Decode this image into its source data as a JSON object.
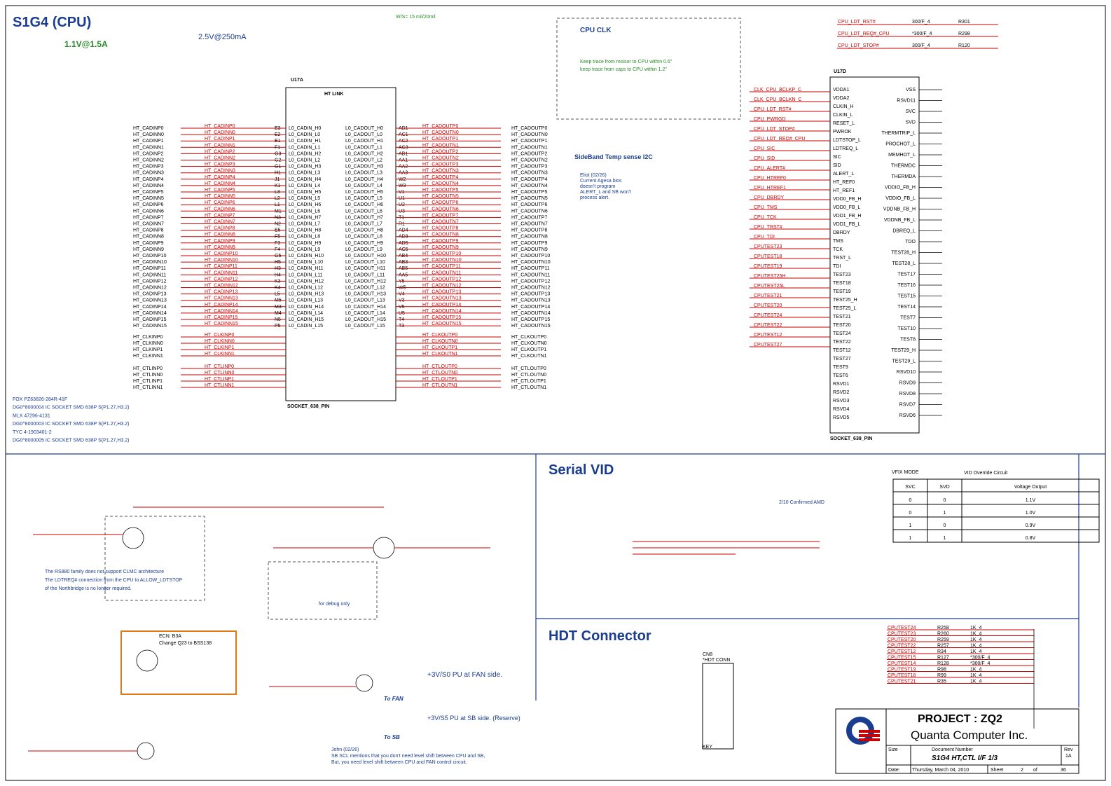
{
  "title": "S1G4 (CPU)",
  "rail_label": "1.1V@1.5A",
  "rail_2v5": "2.5V@250mA",
  "cpu_clk_title": "CPU CLK",
  "cpu_clk_note1": "Keep trace from resisor to CPU within 0.6\"",
  "cpu_clk_note2": "keep trace from caps to CPU within 1.2\"",
  "ws_note": "W/S= 15 mil/20mil",
  "sideband_title": "SideBand Temp sense I2C",
  "eliot_note": [
    "Eliot (02/26)",
    "Current Agesa bios",
    "doesn't program",
    "ALERT_L and SB won't",
    "process alert."
  ],
  "u17a": {
    "ref": "U17A",
    "block": "HT LINK",
    "footprint": "SOCKET_638_PIN"
  },
  "u17d": {
    "ref": "U17D",
    "footprint": "SOCKET_638_PIN"
  },
  "ht_in": [
    "HT_CADINP0",
    "HT_CADINN0",
    "HT_CADINP1",
    "HT_CADINN1",
    "HT_CADINP2",
    "HT_CADINN2",
    "HT_CADINP3",
    "HT_CADINN3",
    "HT_CADINP4",
    "HT_CADINN4",
    "HT_CADINP5",
    "HT_CADINN5",
    "HT_CADINP6",
    "HT_CADINN6",
    "HT_CADINP7",
    "HT_CADINN7",
    "HT_CADINP8",
    "HT_CADINN8",
    "HT_CADINP9",
    "HT_CADINN9",
    "HT_CADINP10",
    "HT_CADINN10",
    "HT_CADINP11",
    "HT_CADINN11",
    "HT_CADINP12",
    "HT_CADINN12",
    "HT_CADINP13",
    "HT_CADINN13",
    "HT_CADINP14",
    "HT_CADINN14",
    "HT_CADINP15",
    "HT_CADINN15"
  ],
  "ht_out": [
    "HT_CADOUTP0",
    "HT_CADOUTN0",
    "HT_CADOUTP1",
    "HT_CADOUTN1",
    "HT_CADOUTP2",
    "HT_CADOUTN2",
    "HT_CADOUTP3",
    "HT_CADOUTN3",
    "HT_CADOUTP4",
    "HT_CADOUTN4",
    "HT_CADOUTP5",
    "HT_CADOUTN5",
    "HT_CADOUTP6",
    "HT_CADOUTN6",
    "HT_CADOUTP7",
    "HT_CADOUTN7",
    "HT_CADOUTP8",
    "HT_CADOUTN8",
    "HT_CADOUTP9",
    "HT_CADOUTN9",
    "HT_CADOUTP10",
    "HT_CADOUTN10",
    "HT_CADOUTP11",
    "HT_CADOUTN11",
    "HT_CADOUTP12",
    "HT_CADOUTN12",
    "HT_CADOUTP13",
    "HT_CADOUTN13",
    "HT_CADOUTP14",
    "HT_CADOUTN14",
    "HT_CADOUTP15",
    "HT_CADOUTN15"
  ],
  "pin_in": [
    "L0_CADIN_H0",
    "L0_CADIN_L0",
    "L0_CADIN_H1",
    "L0_CADIN_L1",
    "L0_CADIN_H2",
    "L0_CADIN_L2",
    "L0_CADIN_H3",
    "L0_CADIN_L3",
    "L0_CADIN_H4",
    "L0_CADIN_L4",
    "L0_CADIN_H5",
    "L0_CADIN_L5",
    "L0_CADIN_H6",
    "L0_CADIN_L6",
    "L0_CADIN_H7",
    "L0_CADIN_L7",
    "L0_CADIN_H8",
    "L0_CADIN_L8",
    "L0_CADIN_H9",
    "L0_CADIN_L9",
    "L0_CADIN_H10",
    "L0_CADIN_L10",
    "L0_CADIN_H11",
    "L0_CADIN_L11",
    "L0_CADIN_H12",
    "L0_CADIN_L12",
    "L0_CADIN_H13",
    "L0_CADIN_L13",
    "L0_CADIN_H14",
    "L0_CADIN_L14",
    "L0_CADIN_H15",
    "L0_CADIN_L15"
  ],
  "pin_out": [
    "L0_CADOUT_H0",
    "L0_CADOUT_L0",
    "L0_CADOUT_H1",
    "L0_CADOUT_L1",
    "L0_CADOUT_H2",
    "L0_CADOUT_L2",
    "L0_CADOUT_H3",
    "L0_CADOUT_L3",
    "L0_CADOUT_H4",
    "L0_CADOUT_L4",
    "L0_CADOUT_H5",
    "L0_CADOUT_L5",
    "L0_CADOUT_H6",
    "L0_CADOUT_L6",
    "L0_CADOUT_H7",
    "L0_CADOUT_L7",
    "L0_CADOUT_H8",
    "L0_CADOUT_L8",
    "L0_CADOUT_H9",
    "L0_CADOUT_L9",
    "L0_CADOUT_H10",
    "L0_CADOUT_L10",
    "L0_CADOUT_H11",
    "L0_CADOUT_L11",
    "L0_CADOUT_H12",
    "L0_CADOUT_L12",
    "L0_CADOUT_H13",
    "L0_CADOUT_L13",
    "L0_CADOUT_H14",
    "L0_CADOUT_L14",
    "L0_CADOUT_H15",
    "L0_CADOUT_L15"
  ],
  "balls_in": [
    "E3",
    "E2",
    "E1",
    "F1",
    "G3",
    "G2",
    "G1",
    "H1",
    "J1",
    "K1",
    "L3",
    "L2",
    "L1",
    "M1",
    "N3",
    "N2",
    "E5",
    "F5",
    "F3",
    "F4",
    "G5",
    "H5",
    "H3",
    "H4",
    "K3",
    "K4",
    "L5",
    "M5",
    "M3",
    "M4",
    "N5",
    "P5"
  ],
  "balls_out": [
    "AD1",
    "AC1",
    "AC2",
    "AC3",
    "AB1",
    "AA1",
    "AA2",
    "AA3",
    "W2",
    "W3",
    "V1",
    "U1",
    "U2",
    "U3",
    "T1",
    "R1",
    "AD4",
    "AD3",
    "AD5",
    "AC5",
    "AB4",
    "AB3",
    "AB5",
    "AA5",
    "Y5",
    "W5",
    "V4",
    "V3",
    "V5",
    "U5",
    "T4",
    "T3"
  ],
  "clk_in": [
    "HT_CLKINP0",
    "HT_CLKINN0",
    "HT_CLKINP1",
    "HT_CLKINN1"
  ],
  "clk_out": [
    "HT_CLKOUTP0",
    "HT_CLKOUTN0",
    "HT_CLKOUTP1",
    "HT_CLKOUTN1"
  ],
  "ctl_in": [
    "HT_CTLINP0",
    "HT_CTLINN0",
    "HT_CTLINP1",
    "HT_CTLINN1"
  ],
  "ctl_out": [
    "HT_CTLOUTP0",
    "HT_CTLOUTN0",
    "HT_CTLOUTP1",
    "HT_CTLOUTN1"
  ],
  "socket_notes": [
    "FOX PZ63826-284R-41F",
    "DG0^8000004 IC SOCKET SMD 638P S(P1.27,H3.2)",
    "MLX 47296-4131",
    "DG0^8000003 IC SOCKET SMD 638P S(P1.27,H3.2)",
    "TYC 4-1903401-2",
    "DG0^8000005 IC SOCKET SMD 638P S(P1.27,H3.2)"
  ],
  "u17d_left": [
    "VDDA1",
    "VDDA2",
    "CLKIN_H",
    "CLKIN_L",
    "RESET_L",
    "PWROK",
    "LDTSTOP_L",
    "LDTREQ_L",
    "SIC",
    "SID",
    "ALERT_L",
    "HT_REF0",
    "HT_REF1",
    "VDD0_FB_H",
    "VDD0_FB_L",
    "VDD1_FB_H",
    "VDD1_FB_L",
    "DBRDY",
    "TMS",
    "TCK",
    "TRST_L",
    "TDI",
    "TEST23",
    "TEST18",
    "TEST19",
    "TEST25_H",
    "TEST25_L",
    "TEST21",
    "TEST20",
    "TEST24",
    "TEST22",
    "TEST12",
    "TEST27",
    "TEST9",
    "TEST6",
    "RSVD1",
    "RSVD2",
    "RSVD3",
    "RSVD4",
    "RSVD5"
  ],
  "u17d_right": [
    "VSS",
    "RSVD11",
    "SVC",
    "SVD",
    "THERMTRIP_L",
    "PROCHOT_L",
    "MEMHOT_L",
    "THERMDC",
    "THERMDA",
    "VDDIO_FB_H",
    "VDDIO_FB_L",
    "VDDNB_FB_H",
    "VDDNB_FB_L",
    "DBREQ_L",
    "TDO",
    "TEST28_H",
    "TEST28_L",
    "TEST17",
    "TEST16",
    "TEST15",
    "TEST14",
    "TEST7",
    "TEST10",
    "TEST8",
    "TEST29_H",
    "TEST29_L",
    "RSVD10",
    "RSVD9",
    "RSVD8",
    "RSVD7",
    "RSVD6"
  ],
  "red_left": [
    "CLK_CPU_BCLKP_C",
    "CLK_CPU_BCLKN_C",
    "CPU_LDT_RST#",
    "CPU_PWRGD",
    "CPU_LDT_STOP#",
    "CPU_LDT_REQ#_CPU",
    "CPU_SIC",
    "CPU_SID",
    "CPU_ALERT#",
    "CPU_HTREF0",
    "CPU_HTREF1",
    "CPU_DBRDY",
    "CPU_TMS",
    "CPU_TCK",
    "CPU_TRST#",
    "CPU_TDI",
    "CPUTEST23",
    "CPUTEST18",
    "CPUTEST19",
    "CPUTEST25H",
    "CPUTEST25L",
    "CPUTEST21",
    "CPUTEST20",
    "CPUTEST24",
    "CPUTEST22",
    "CPUTEST12",
    "CPUTEST27"
  ],
  "ldt_res": [
    {
      "net": "CPU_LDT_RST#",
      "val": "300/F_4",
      "ref": "R301"
    },
    {
      "net": "CPU_LDT_REQ#_CPU",
      "val": "*300/F_4",
      "ref": "R298"
    },
    {
      "net": "CPU_LDT_STOP#",
      "val": "300/F_4",
      "ref": "R120"
    }
  ],
  "serial_vid_title": "Serial VID",
  "vfix_mode": "VFIX MODE",
  "vid_override": "VID Override Circuit",
  "vid_table": {
    "headers": [
      "SVC",
      "SVD",
      "Voltage Output"
    ],
    "rows": [
      [
        "0",
        "0",
        "1.1V"
      ],
      [
        "0",
        "1",
        "1.0V"
      ],
      [
        "1",
        "0",
        "0.9V"
      ],
      [
        "1",
        "1",
        "0.8V"
      ]
    ]
  },
  "confirmed": "2/10 Confirmed AMD",
  "hdt_title": "HDT Connector",
  "hdt_conn": {
    "ref": "CN8",
    "name": "*HDT CONN",
    "key": "KEY"
  },
  "hdt_res": [
    {
      "net": "CPUTEST24",
      "ref": "R258",
      "val": "1K_4"
    },
    {
      "net": "CPUTEST23",
      "ref": "R260",
      "val": "1K_4"
    },
    {
      "net": "CPUTEST20",
      "ref": "R259",
      "val": "1K_4"
    },
    {
      "net": "CPUTEST22",
      "ref": "R257",
      "val": "1K_4"
    },
    {
      "net": "CPUTEST12",
      "ref": "R34",
      "val": "1K_4"
    },
    {
      "net": "CPUTEST15",
      "ref": "R127",
      "val": "*300/F_4"
    },
    {
      "net": "CPUTEST14",
      "ref": "R128",
      "val": "*300/F_4"
    },
    {
      "net": "CPUTEST19",
      "ref": "R98",
      "val": "1K_4"
    },
    {
      "net": "CPUTEST18",
      "ref": "R99",
      "val": "1K_4"
    },
    {
      "net": "CPUTEST21",
      "ref": "R35",
      "val": "1K_4"
    }
  ],
  "rs880_note": [
    "The RS880 family does not support CLMC architecture",
    "The LDTREQ# connection from the CPU to ALLOW_LDTSTOP",
    "of the Northbridge is no longer required."
  ],
  "debug_note": "for debug only",
  "ecn": [
    "ECN: B3A",
    "Change Q23 to BSS138"
  ],
  "fan_note": "+3V/S0 PU at FAN side.",
  "sb_note": "+3V/S5 PU at SB side. (Reserve)",
  "to_fan": "To FAN",
  "to_sb": "To SB",
  "john_note": [
    "John (02/26)",
    "SB SCL mentions that you don't need level shift between CPU and SB,",
    "But, you need level shift between CPU and FAN control circuit."
  ],
  "project": "PROJECT : ZQ2",
  "company": "Quanta Computer Inc.",
  "tb_size": "Size",
  "tb_docnum": "Document Number",
  "doc_title": "S1G4 HT,CTL  I/F 1/3",
  "tb_rev": "Rev",
  "rev": "1A",
  "date_label": "Date:",
  "date": "Thursday, March 04, 2010",
  "sheet_label": "Sheet",
  "sheet": "2",
  "of_label": "of",
  "sheets_total": "36",
  "colors": {
    "wire": "#cc0000",
    "border": "#1a3d8f",
    "text": "#000000",
    "green": "#2a8a2a",
    "orange": "#e07a10"
  }
}
